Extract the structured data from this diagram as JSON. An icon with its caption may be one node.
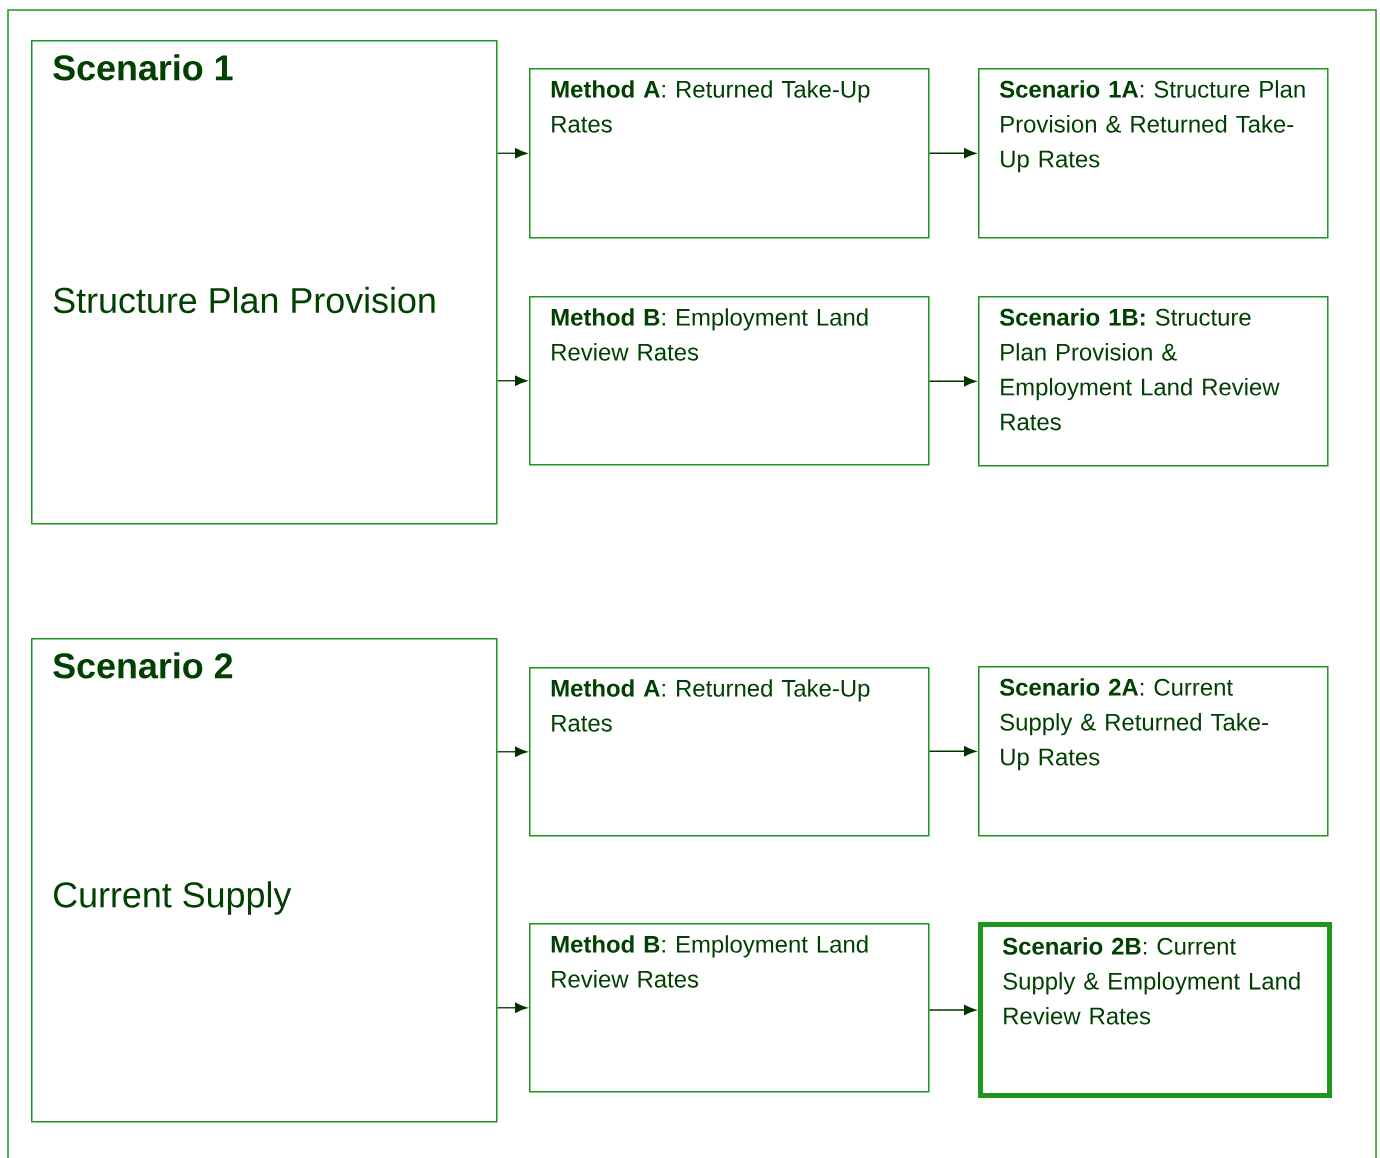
{
  "diagram": {
    "nodes": [
      {
        "text": [
          "Scenario 1",
          "Structure Plan Provision"
        ]
      },
      {
        "text": [
          "**Method A**: Returned Take-Up Rates"
        ]
      },
      {
        "text": [
          "**Scenario 1A**: Structure Plan Provision & Returned Take-Up Rates"
        ]
      },
      {
        "text": [
          "**Method B**: Employment Land Review Rates"
        ]
      },
      {
        "text": [
          "**Scenario 1B:** Structure Plan Provision & Employment Land Review Rates"
        ]
      },
      {
        "text": [
          "Scenario 2",
          "Current Supply"
        ]
      },
      {
        "text": [
          "**Method A**: Returned Take-Up Rates"
        ]
      },
      {
        "text": [
          "**Scenario 2A**: Current Supply & Returned Take-Up Rates"
        ]
      },
      {
        "text": [
          "**Method B**: Employment Land Review Rates"
        ]
      },
      {
        "text": [
          "**Scenario 2B**: Current Supply & Employment Land Review Rates"
        ]
      }
    ],
    "edges": [
      {
        "from": 0,
        "to": 1,
        "arrow": "to"
      },
      {
        "from": 1,
        "to": 2,
        "arrow": "to"
      },
      {
        "from": 0,
        "to": 3,
        "arrow": "to"
      },
      {
        "from": 3,
        "to": 4,
        "arrow": "to"
      },
      {
        "from": 5,
        "to": 6,
        "arrow": "to"
      },
      {
        "from": 6,
        "to": 7,
        "arrow": "to"
      },
      {
        "from": 5,
        "to": 8,
        "arrow": "to"
      },
      {
        "from": 8,
        "to": 9,
        "arrow": "to"
      }
    ]
  }
}
